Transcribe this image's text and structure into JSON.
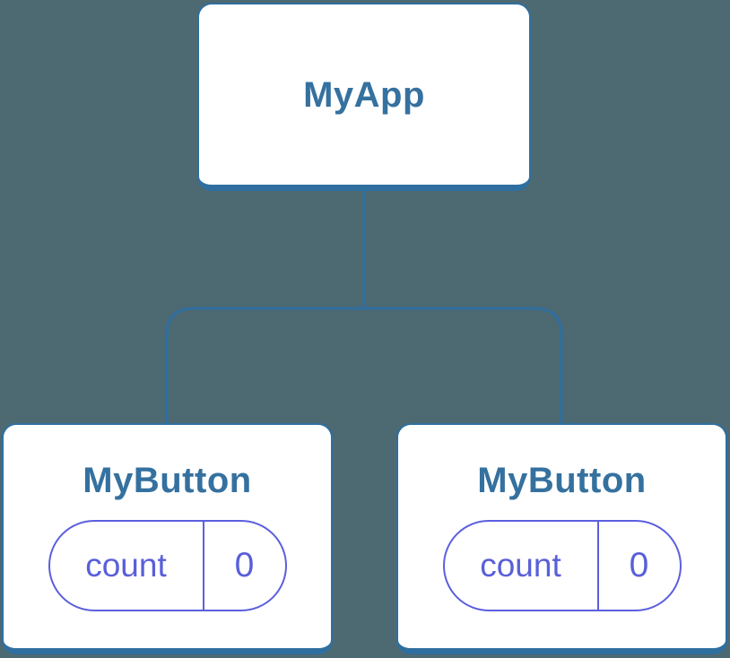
{
  "diagram": {
    "type": "component-tree",
    "colors": {
      "background": "#4D6972",
      "node_fill": "#FFFFFF",
      "node_border_blue": "#2F6FA0",
      "title_text_blue": "#35719F",
      "state_purple": "#5C5FDE",
      "state_text_purple": "#595FD9"
    },
    "tree": {
      "root": {
        "label": "MyApp"
      },
      "children": [
        {
          "label": "MyButton",
          "state": {
            "key": "count",
            "value": "0"
          }
        },
        {
          "label": "MyButton",
          "state": {
            "key": "count",
            "value": "0"
          }
        }
      ]
    }
  }
}
